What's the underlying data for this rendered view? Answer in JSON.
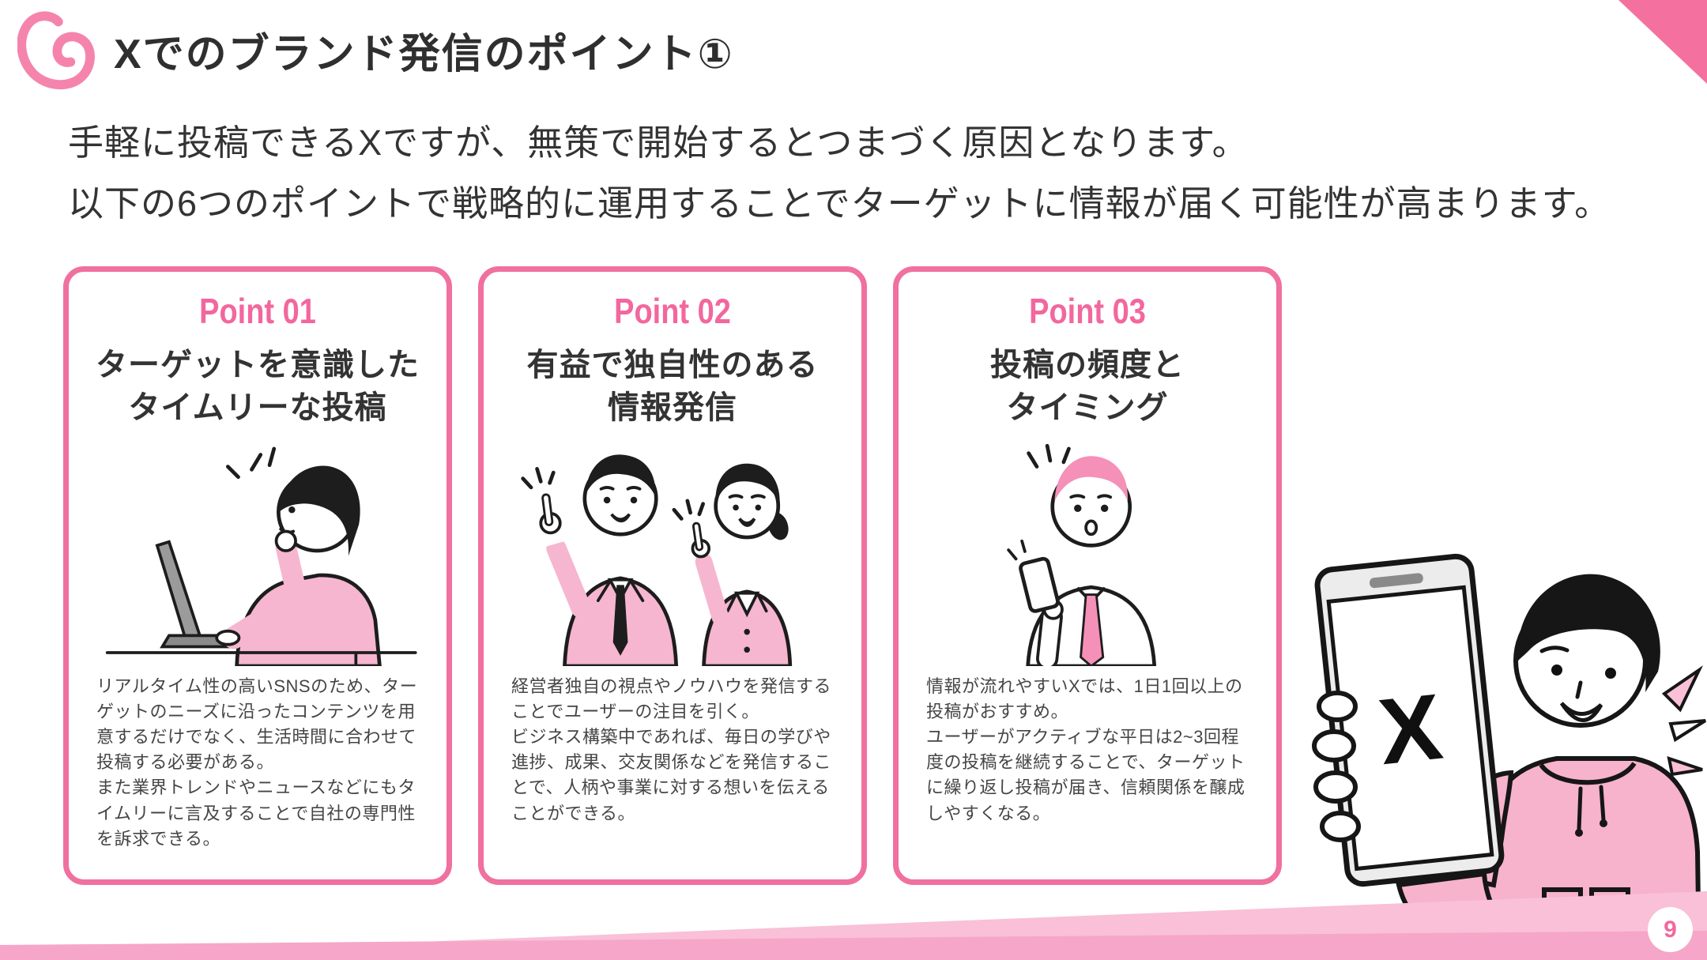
{
  "slide": {
    "title": "Xでのブランド発信のポイント①",
    "intro": [
      "手軽に投稿できるXですが、無策で開始するとつまづく原因となります。",
      "以下の6つのポイントで戦略的に運用することでターゲットに情報が届く可能性が高まります。"
    ],
    "page_number": "9",
    "x_logo": "X"
  },
  "cards": [
    {
      "label": "Point 01",
      "title_line1": "ターゲットを意識した",
      "title_line2": "タイムリーな投稿",
      "body": "リアルタイム性の高いSNSのため、ターゲットのニーズに沿ったコンテンツを用意するだけでなく、生活時間に合わせて投稿する必要がある。\nまた業界トレンドやニュースなどにもタイムリーに言及することで自社の専門性を訴求できる。",
      "illustration": "person-thinking-at-laptop"
    },
    {
      "label": "Point 02",
      "title_line1": "有益で独自性のある",
      "title_line2": "情報発信",
      "body": "経営者独自の視点やノウハウを発信することでユーザーの注目を引く。\nビジネス構築中であれば、毎日の学びや進捗、成果、交友関係などを発信することで、人柄や事業に対する想いを伝えることができる。",
      "illustration": "two-businesspeople-pointing"
    },
    {
      "label": "Point 03",
      "title_line1": "投稿の頻度と",
      "title_line2": "タイミング",
      "body": "情報が流れやすいXでは、1日1回以上の投稿がおすすめ。\nユーザーがアクティブな平日は2~3回程度の投稿を継続することで、ターゲットに繰り返し投稿が届き、信頼関係を醸成しやすくなる。",
      "illustration": "man-looking-at-phone"
    }
  ],
  "colors": {
    "accent_pink": "#f0709f",
    "label_pink": "#f2679e",
    "corner_pink": "#f4719f",
    "band_light_pink": "#f9c0d7",
    "band_dark_pink": "#f6a6c8",
    "illustration_pink": "#f7b2cc",
    "text_dark": "#333333",
    "text_body": "#454545"
  }
}
